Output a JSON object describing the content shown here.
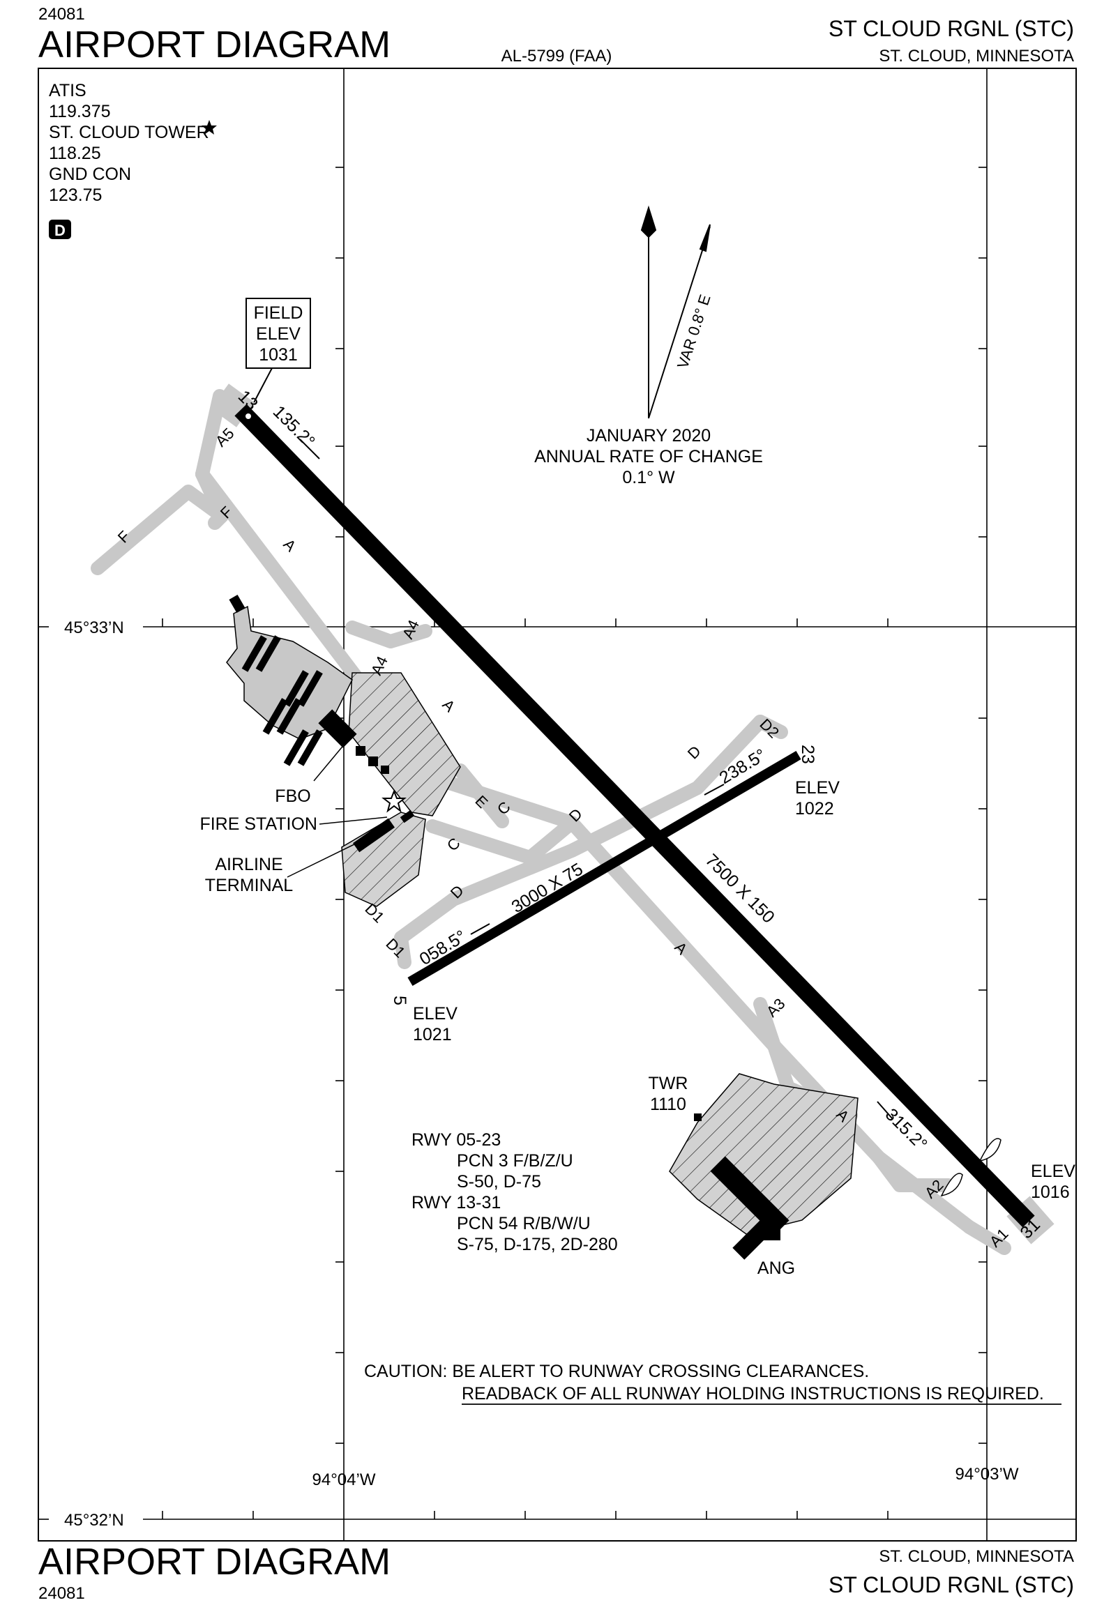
{
  "header": {
    "chart_number": "24081",
    "title": "AIRPORT DIAGRAM",
    "procedure_id": "AL-5799 (FAA)",
    "airport_name": "ST CLOUD RGNL (STC)",
    "location": "ST. CLOUD, MINNESOTA"
  },
  "footer": {
    "chart_number": "24081",
    "title": "AIRPORT DIAGRAM",
    "airport_name": "ST CLOUD RGNL (STC)",
    "location": "ST. CLOUD, MINNESOTA"
  },
  "comms": {
    "atis_label": "ATIS",
    "atis_freq": "119.375",
    "tower_label": "ST. CLOUD TOWER",
    "tower_freq": "118.25",
    "ground_label": "GND CON",
    "ground_freq": "123.75",
    "datalink_badge": "D"
  },
  "field_elev": {
    "line1": "FIELD",
    "line2": "ELEV",
    "value": "1031"
  },
  "magnetic": {
    "variation": "VAR 0.8° E",
    "date": "JANUARY 2020",
    "rate_label": "ANNUAL RATE OF CHANGE",
    "rate_value": "0.1° W"
  },
  "coordinates": {
    "lat_north": "45°33’N",
    "lat_south": "45°32’N",
    "lon_west": "94°04’W",
    "lon_east": "94°03’W"
  },
  "runways": {
    "r13_31": {
      "end_13": "13",
      "end_31": "31",
      "heading_13": "135.2°",
      "heading_31": "315.2°",
      "dimensions": "7500 X 150",
      "elev_31_label": "ELEV",
      "elev_31": "1016"
    },
    "r05_23": {
      "end_5": "5",
      "end_23": "23",
      "heading_05": "058.5°",
      "heading_23": "238.5°",
      "dimensions": "3000 X 75",
      "elev_5_label": "ELEV",
      "elev_5": "1021",
      "elev_23_label": "ELEV",
      "elev_23": "1022"
    }
  },
  "taxiways": {
    "A5": "A5",
    "F": "F",
    "A": "A",
    "A4": "A4",
    "E": "E",
    "C": "C",
    "D": "D",
    "D1": "D1",
    "D2": "D2",
    "A3": "A3",
    "A2": "A2",
    "A1": "A1"
  },
  "facilities": {
    "fbo": "FBO",
    "fire_station": "FIRE STATION",
    "airline_terminal_1": "AIRLINE",
    "airline_terminal_2": "TERMINAL",
    "tower_label": "TWR",
    "tower_elev": "1110",
    "ang": "ANG"
  },
  "runway_info": {
    "rwy_0523": "RWY 05-23",
    "rwy_0523_pcn": "PCN 3 F/B/Z/U",
    "rwy_0523_weight": "S-50, D-75",
    "rwy_1331": "RWY 13-31",
    "rwy_1331_pcn": "PCN 54 R/B/W/U",
    "rwy_1331_weight": "S-75, D-175, 2D-280"
  },
  "caution": {
    "line1": "CAUTION: BE ALERT TO RUNWAY CROSSING CLEARANCES.",
    "line2": "READBACK OF ALL RUNWAY HOLDING INSTRUCTIONS IS REQUIRED."
  }
}
